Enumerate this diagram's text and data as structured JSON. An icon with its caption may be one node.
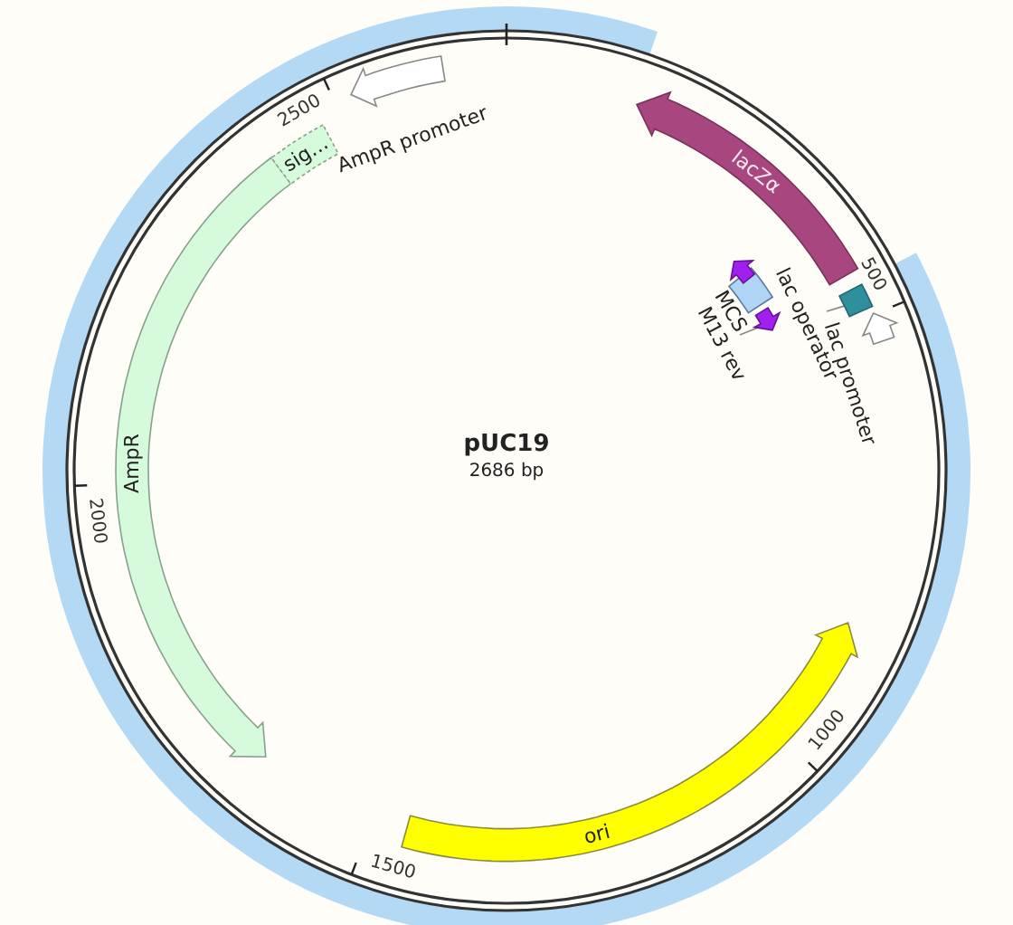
{
  "diagram": {
    "title": "pUC19",
    "nodes": [
      {
        "text": [
          "lacZα"
        ]
      },
      {
        "text": [],
        "shape": "box"
      },
      {
        "text": [
          "lac operator"
        ]
      },
      {
        "text": [],
        "shape": "arrow",
        "beside": [
          "lac promoter"
        ]
      },
      {
        "text": [],
        "shape": "box",
        "beside": [
          "MCS"
        ]
      },
      {
        "text": [],
        "shape": "arrow"
      },
      {
        "text": [],
        "shape": "arrow"
      },
      {
        "text": [
          "M13 rev"
        ]
      },
      {
        "text": [
          "ori"
        ]
      },
      {
        "text": [
          "AmpR"
        ]
      },
      {
        "text": [
          "sig…"
        ]
      },
      {
        "text": [],
        "shape": "arrow",
        "beside": [
          "AmpR promoter"
        ]
      }
    ],
    "edges": [
      {
        "from": 2,
        "to": 1,
        "arrow": "none"
      },
      {
        "from": 7,
        "to": 6,
        "arrow": "none"
      }
    ],
    "labels": [
      "2686 bp",
      "500",
      "1000",
      "1500",
      "2000",
      "2500"
    ]
  }
}
